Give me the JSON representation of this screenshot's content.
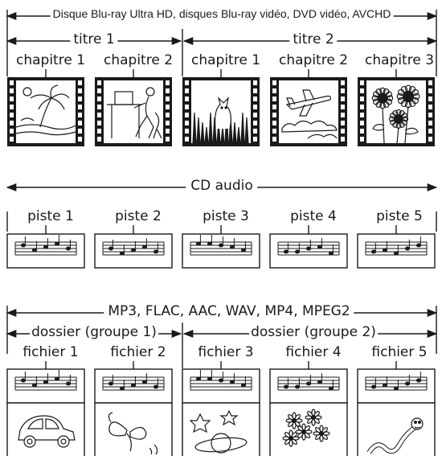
{
  "video": {
    "span_label": "Disque Blu-ray Ultra HD, disques Blu-ray vidéo, DVD vidéo, AVCHD",
    "groups": [
      {
        "label": "titre 1",
        "items": [
          "chapitre 1",
          "chapitre 2"
        ]
      },
      {
        "label": "titre 2",
        "items": [
          "chapitre 1",
          "chapitre 2",
          "chapitre 3"
        ]
      }
    ],
    "illustrations": [
      "beach-palm",
      "person-at-desk",
      "cat-in-grass",
      "airplane-clouds",
      "sunflowers"
    ]
  },
  "audio": {
    "span_label": "CD audio",
    "items": [
      "piste 1",
      "piste 2",
      "piste 3",
      "piste 4",
      "piste 5"
    ]
  },
  "data_disc": {
    "span_label": "MP3, FLAC, AAC, WAV, MP4, MPEG2",
    "groups": [
      {
        "label": "dossier (groupe 1)",
        "items": [
          "fichier 1",
          "fichier 2"
        ]
      },
      {
        "label": "dossier (groupe 2)",
        "items": [
          "fichier 3",
          "fichier 4",
          "fichier 5"
        ]
      }
    ],
    "illustrations": [
      "car",
      "butterfly",
      "planet-stars",
      "flowers",
      "worm"
    ]
  }
}
